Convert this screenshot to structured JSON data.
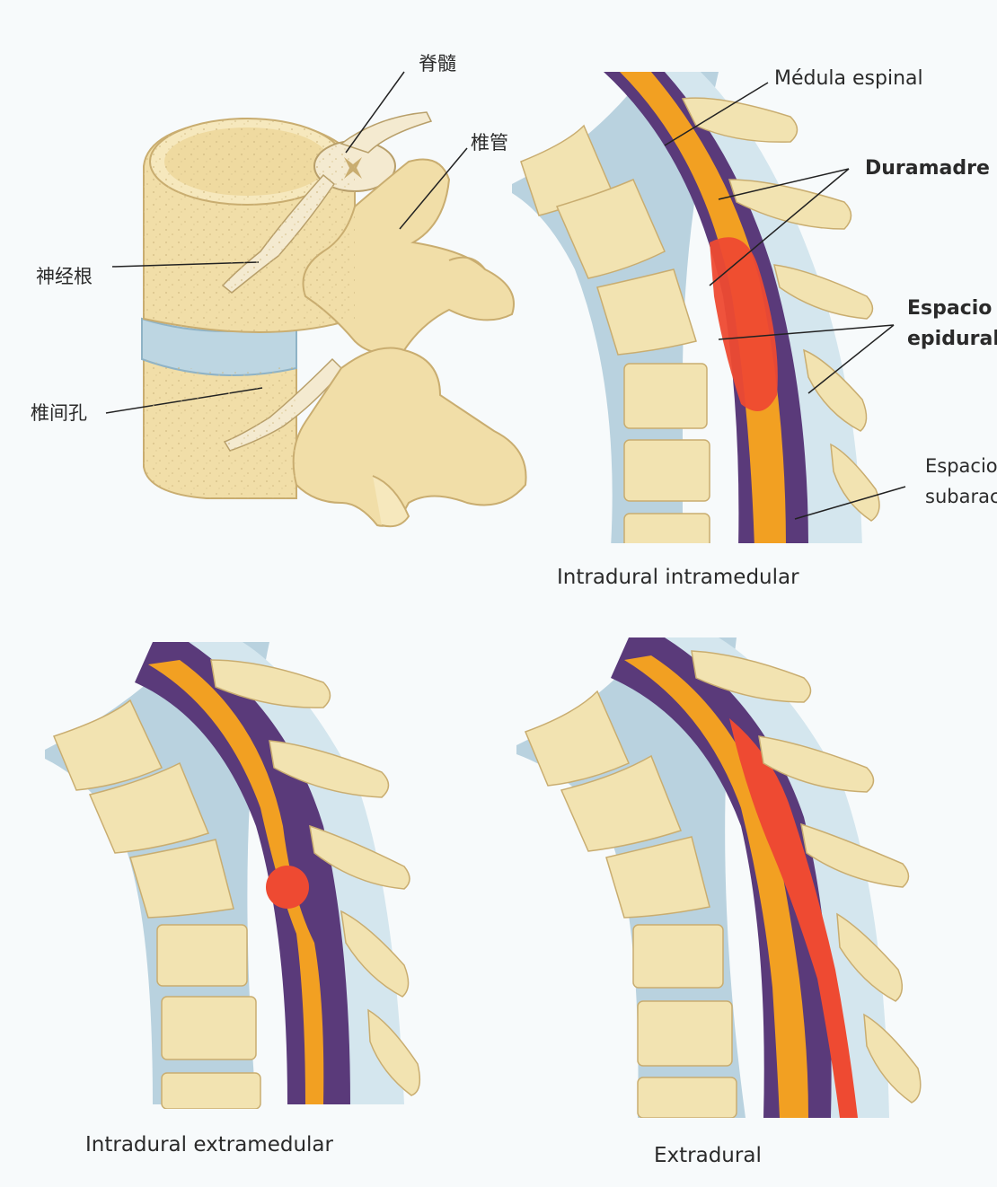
{
  "colors": {
    "bone": "#f2e3b1",
    "bone_dark": "#c9ad70",
    "disc": "#b8d3e0",
    "cord": "#f2a022",
    "dura": "#5a3a7a",
    "csf": "#cfe3ec",
    "tumor": "#ee4a32"
  },
  "vertebra_panel": {
    "labels": {
      "spinal_cord": "脊髓",
      "spinal_canal": "椎管",
      "nerve_root": "神经根",
      "intervertebral_foramen": "椎间孔"
    }
  },
  "panel_intramedullary": {
    "caption": "Intradural intramedular",
    "labels": {
      "medula": "Médula espinal",
      "duramadre": "Duramadre",
      "epidural_1": "Espacio",
      "epidural_2": "epidural",
      "subarac_1": "Espacio",
      "subarac_2": "subaracnoideo"
    }
  },
  "panel_extramedullary": {
    "caption": "Intradural extramedular"
  },
  "panel_extradural": {
    "caption": "Extradural"
  }
}
